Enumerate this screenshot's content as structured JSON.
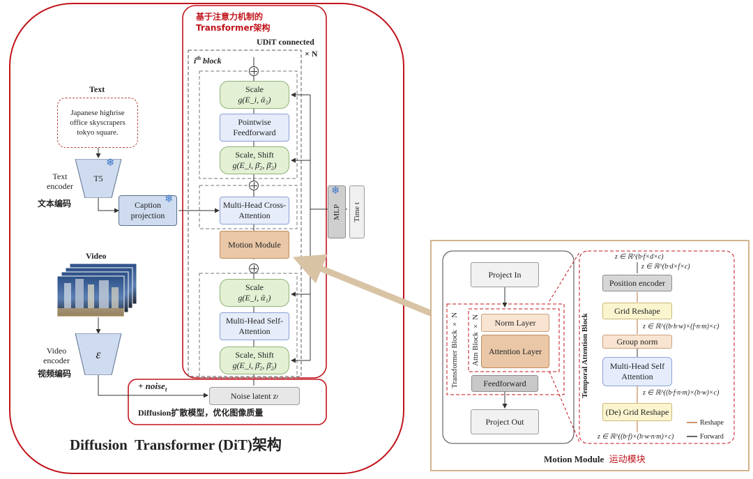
{
  "dit": {
    "title": "Diffusion  Transformer (DiT)架构",
    "transformer_title_line1": "基于注意力机制的",
    "transformer_title_line2": "Transformer架构",
    "udit": "UDiT connected",
    "times_n": "× N",
    "block_label": "i",
    "block_label_sup": "th",
    "block_label_rest": " block",
    "text_label": "Text",
    "text_prompt": "Japanese highrise office skyscrapers tokyo square.",
    "t5": "T5",
    "text_encoder": "Text encoder",
    "text_encoder_zh": "文本编码",
    "caption_projection": "Caption projection",
    "video_label": "Video",
    "video_encoder": "Video encoder",
    "video_encoder_zh": "视频编码",
    "encoder_symbol": "ε",
    "noise_t": "+ noise",
    "noise_sub": "t",
    "noise_latent": "Noise latent z",
    "noise_latent_sub": "t",
    "diffusion_zh": "Diffusion扩散模型，优化图像质量",
    "mlp": "MLP",
    "time_t": "Time t",
    "blocks": {
      "scale_top": "Scale",
      "scale_top_formula": "g(E_i, ᾱ₂)",
      "pointwise_ff": "Pointwise Feedforward",
      "scale_shift_top": "Scale, Shift",
      "scale_shift_top_formula": "g(E_i, β̄₂, β̄₂)",
      "mh_cross": "Multi-Head Cross-Attention",
      "motion_module": "Motion Module",
      "scale_bottom": "Scale",
      "scale_bottom_formula": "g(E_i, ᾱ₁)",
      "mh_self": "Multi-Head Self-Attention",
      "scale_shift_bottom": "Scale, Shift",
      "scale_shift_bottom_formula": "g(E_i, β̄₂, β̄₂)"
    }
  },
  "motion": {
    "project_in": "Project In",
    "transformer_block": "Transformer Block × N",
    "attn_block": "Attn Block × N",
    "norm_layer": "Norm Layer",
    "attention_layer": "Attention Layer",
    "feedforward": "Feedforward",
    "project_out": "Project  Out",
    "temporal_block": "Temporal Attention Block",
    "position_encoder": "Position encoder",
    "grid_reshape": "Grid Reshape",
    "group_norm": "Group norm",
    "mh_self_attention": "Multi-Head Self Attention",
    "de_grid_reshape": "(De) Grid Reshape",
    "z1": "z ∈ ℝ^(b·f×d×c)",
    "z2": "z ∈ ℝ^(b·d×f×c)",
    "z3": "z ∈ ℝ^((b·h·w)×(f·n·m)×c)",
    "z4": "z ∈ ℝ^((b·f·n·m)×(h·w)×c)",
    "z5": "z ∈ ℝ^((b·f)×(h·w·n·m)×c)",
    "legend_reshape": "Reshape",
    "legend_forward": "Forward",
    "caption_en": "Motion Module",
    "caption_zh": "运动模块"
  },
  "colors": {
    "red": "#c0141b",
    "green_fill": "#e3f0d3",
    "blue_fill": "#e6ecf9",
    "orange_fill": "#e9c7a7",
    "arrow_tan": "#d9c3a5"
  }
}
